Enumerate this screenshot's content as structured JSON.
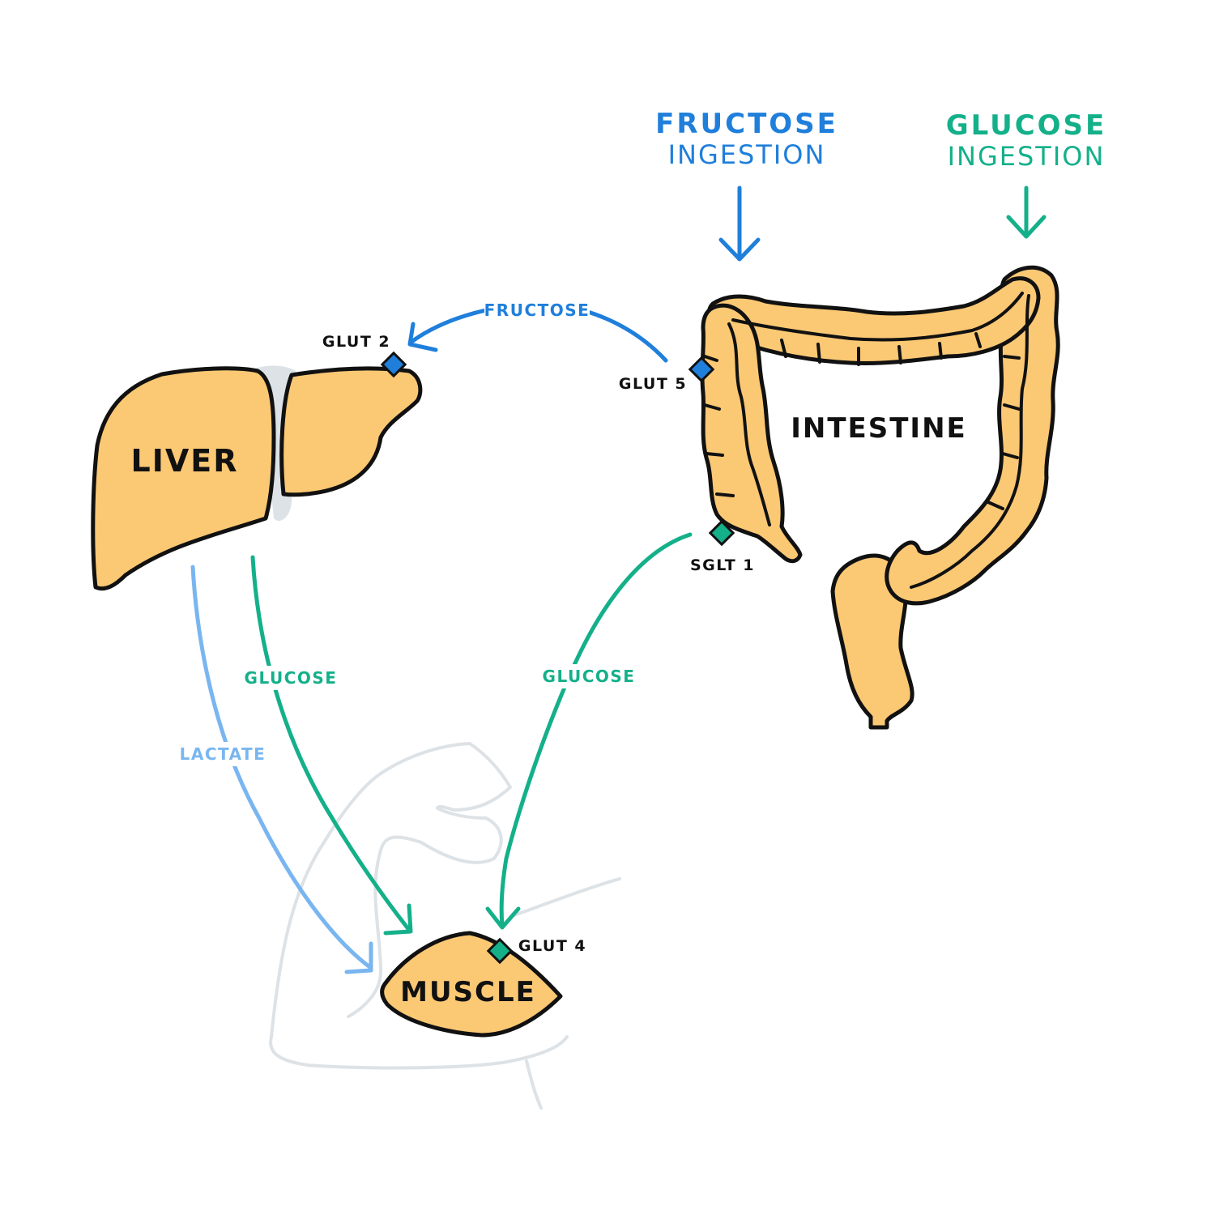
{
  "colors": {
    "fructose": "#1F7FDB",
    "glucose": "#14B08A",
    "lactate": "#79B6F0",
    "organ_fill": "#FBC874",
    "outline": "#111111",
    "arm": "#DDE2E6"
  },
  "ingestion": {
    "fructose": {
      "title": "FRUCTOSE",
      "subtitle": "INGESTION"
    },
    "glucose": {
      "title": "GLUCOSE",
      "subtitle": "INGESTION"
    }
  },
  "organs": {
    "liver": "LIVER",
    "intestine": "INTESTINE",
    "muscle": "MUSCLE"
  },
  "transporters": {
    "glut2": "GLUT 2",
    "glut5": "GLUT 5",
    "sglt1": "SGLT 1",
    "glut4": "GLUT 4"
  },
  "flows": {
    "intestine_to_liver": "FRUCTOSE",
    "liver_to_muscle_glucose": "GLUCOSE",
    "liver_to_muscle_lactate": "LACTATE",
    "intestine_to_muscle": "GLUCOSE"
  }
}
